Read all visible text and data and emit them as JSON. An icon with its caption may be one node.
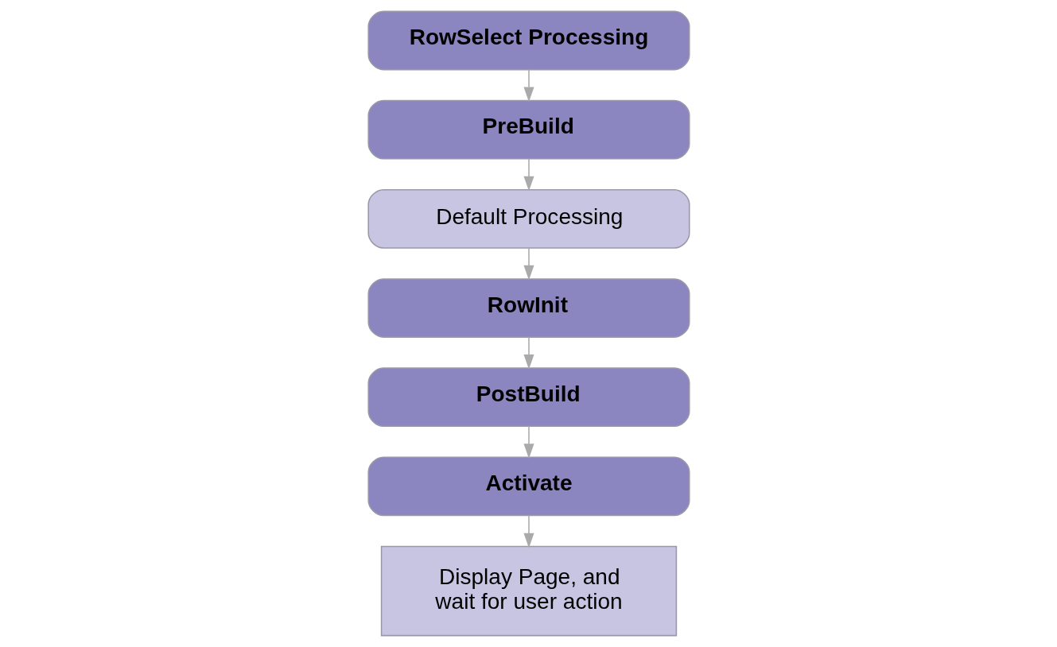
{
  "diagram": {
    "nodes": [
      {
        "text": [
          "RowSelect Processing"
        ]
      },
      {
        "text": [
          "PreBuild"
        ]
      },
      {
        "text": [
          "Default Processing"
        ]
      },
      {
        "text": [
          "RowInit"
        ]
      },
      {
        "text": [
          "PostBuild"
        ]
      },
      {
        "text": [
          "Activate"
        ]
      },
      {
        "text": [
          "Display Page, and wait for user action"
        ]
      }
    ],
    "edges": [
      {
        "from": 0,
        "to": 1,
        "arrow": "to"
      },
      {
        "from": 1,
        "to": 2,
        "arrow": "to"
      },
      {
        "from": 2,
        "to": 3,
        "arrow": "to"
      },
      {
        "from": 3,
        "to": 4,
        "arrow": "to"
      },
      {
        "from": 4,
        "to": 5,
        "arrow": "to"
      },
      {
        "from": 5,
        "to": 6,
        "arrow": "to"
      }
    ]
  }
}
